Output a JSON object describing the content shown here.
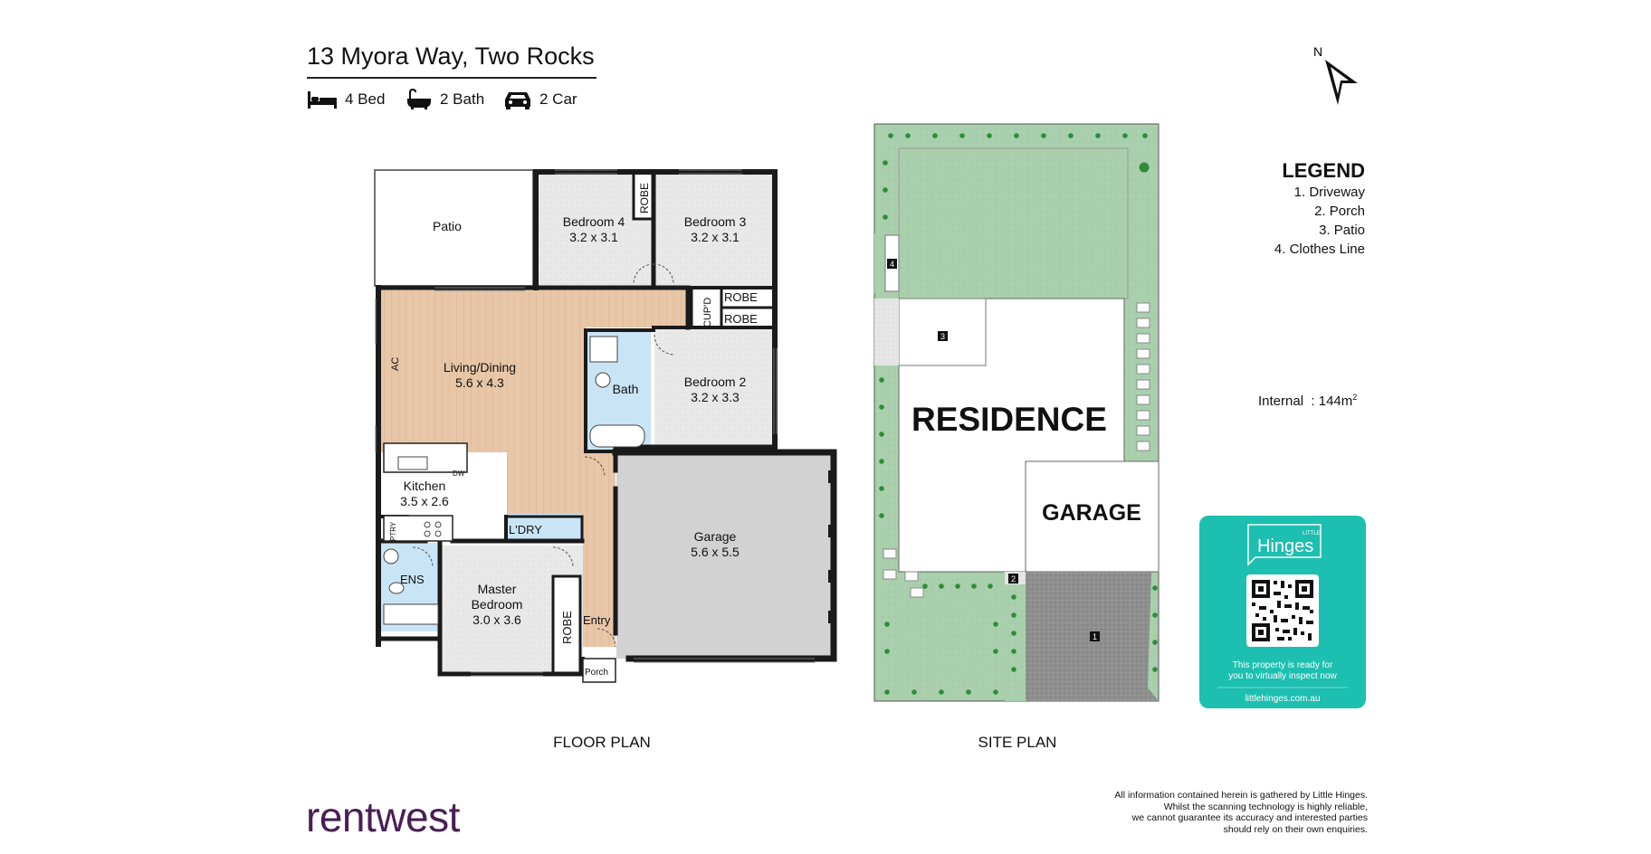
{
  "header": {
    "address": "13 Myora Way, Two Rocks",
    "features": [
      {
        "icon": "bed-icon",
        "label": "4 Bed"
      },
      {
        "icon": "bath-icon",
        "label": "2 Bath"
      },
      {
        "icon": "car-icon",
        "label": "2 Car"
      }
    ]
  },
  "compass": {
    "label": "N"
  },
  "legend": {
    "title": "LEGEND",
    "items": [
      "1. Driveway",
      "2. Porch",
      "3. Patio",
      "4. Clothes Line"
    ]
  },
  "internal_area": {
    "label": "Internal",
    "value": ": 144m",
    "unit_sup": "2"
  },
  "floor_plan": {
    "caption": "FLOOR PLAN",
    "rooms": {
      "patio": {
        "name": "Patio"
      },
      "bed4": {
        "name": "Bedroom 4",
        "dim": "3.2 x 3.1"
      },
      "bed3": {
        "name": "Bedroom 3",
        "dim": "3.2 x 3.1"
      },
      "living": {
        "name": "Living/Dining",
        "dim": "5.6 x 4.3"
      },
      "bath": {
        "name": "Bath"
      },
      "bed2": {
        "name": "Bedroom 2",
        "dim": "3.2 x 3.3"
      },
      "kitchen": {
        "name": "Kitchen",
        "dim": "3.5 x 2.6"
      },
      "garage": {
        "name": "Garage",
        "dim": "5.6 x 5.5"
      },
      "master": {
        "name1": "Master",
        "name2": "Bedroom",
        "dim": "3.0 x 3.6"
      }
    },
    "small_labels": {
      "robe": "ROBE",
      "cupd": "CUP'D",
      "ac": "AC",
      "dw": "DW",
      "ptry": "PTRY",
      "ldry": "L'DRY",
      "ens": "ENS",
      "entry": "Entry",
      "porch": "Porch"
    }
  },
  "site_plan": {
    "caption": "SITE PLAN",
    "residence": "RESIDENCE",
    "garage": "GARAGE",
    "markers": [
      "1",
      "2",
      "3",
      "4"
    ]
  },
  "promo": {
    "brand_small": "LITTLE",
    "brand": "Hinges",
    "line1": "This property is ready for",
    "line2": "you to virtually inspect now",
    "url": "littlehinges.com.au"
  },
  "brand": {
    "name": "rentwest"
  },
  "disclaimer": {
    "lines": [
      "All information contained herein is gathered by Little Hinges.",
      "Whilst the scanning technology is highly reliable,",
      "we cannot guarantee its accuracy and interested parties",
      "should rely on their own enquiries."
    ]
  },
  "colors": {
    "wall": "#1a1a1a",
    "timber_floor": "#e8c6a8",
    "wet_area": "#c9e4f5",
    "garage_floor": "#d2d2d2",
    "lawn": "#a9cfac",
    "driveway": "#8f8f8f",
    "promo": "#1dbfb0",
    "brand": "#4a1f55"
  }
}
